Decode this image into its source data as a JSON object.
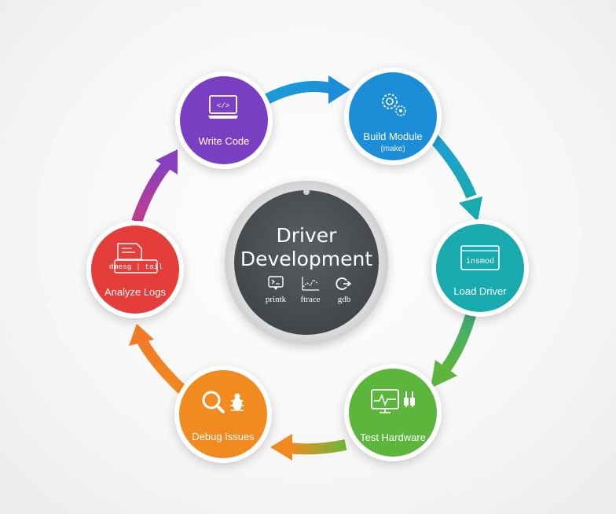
{
  "center": {
    "title_line1": "Driver",
    "title_line2": "Development",
    "tools": [
      {
        "label": "printk",
        "icon": "terminal-icon"
      },
      {
        "label": "ftrace",
        "icon": "trace-graph-icon"
      },
      {
        "label": "gdb",
        "icon": "debugger-icon"
      }
    ]
  },
  "steps": [
    {
      "label": "Write Code",
      "sub": "",
      "icon": "laptop-code-icon",
      "color": "#7b3fc4"
    },
    {
      "label": "Build Module",
      "sub": "(make)",
      "icon": "gears-icon",
      "color": "#1c8ed8"
    },
    {
      "label": "Load Driver",
      "sub": "",
      "icon": "insmod-window-icon",
      "icon_text": "insmod",
      "color": "#19aab0"
    },
    {
      "label": "Test Hardware",
      "sub": "",
      "icon": "monitor-probe-icon",
      "color": "#5cb63c"
    },
    {
      "label": "Debug Issues",
      "sub": "",
      "icon": "magnifier-bug-icon",
      "color": "#f18a1f"
    },
    {
      "label": "Analyze Logs",
      "sub": "",
      "icon": "log-file-icon",
      "icon_text": "dmesg | tail",
      "color": "#e53d3a"
    }
  ],
  "colors": {
    "center_fill": "#4a4d52",
    "center_ring": "#d4d4d4",
    "arrow_purple_blue": [
      "#7b3fc4",
      "#1c8ed8"
    ],
    "arrow_blue_teal": [
      "#1c8ed8",
      "#19aab0"
    ],
    "arrow_teal_green": [
      "#19aab0",
      "#5cb63c"
    ],
    "arrow_green_orange": [
      "#5cb63c",
      "#f18a1f"
    ],
    "arrow_orange_red": [
      "#f18a1f",
      "#e53d3a"
    ],
    "arrow_red_purple": [
      "#e53d3a",
      "#7b3fc4"
    ]
  }
}
